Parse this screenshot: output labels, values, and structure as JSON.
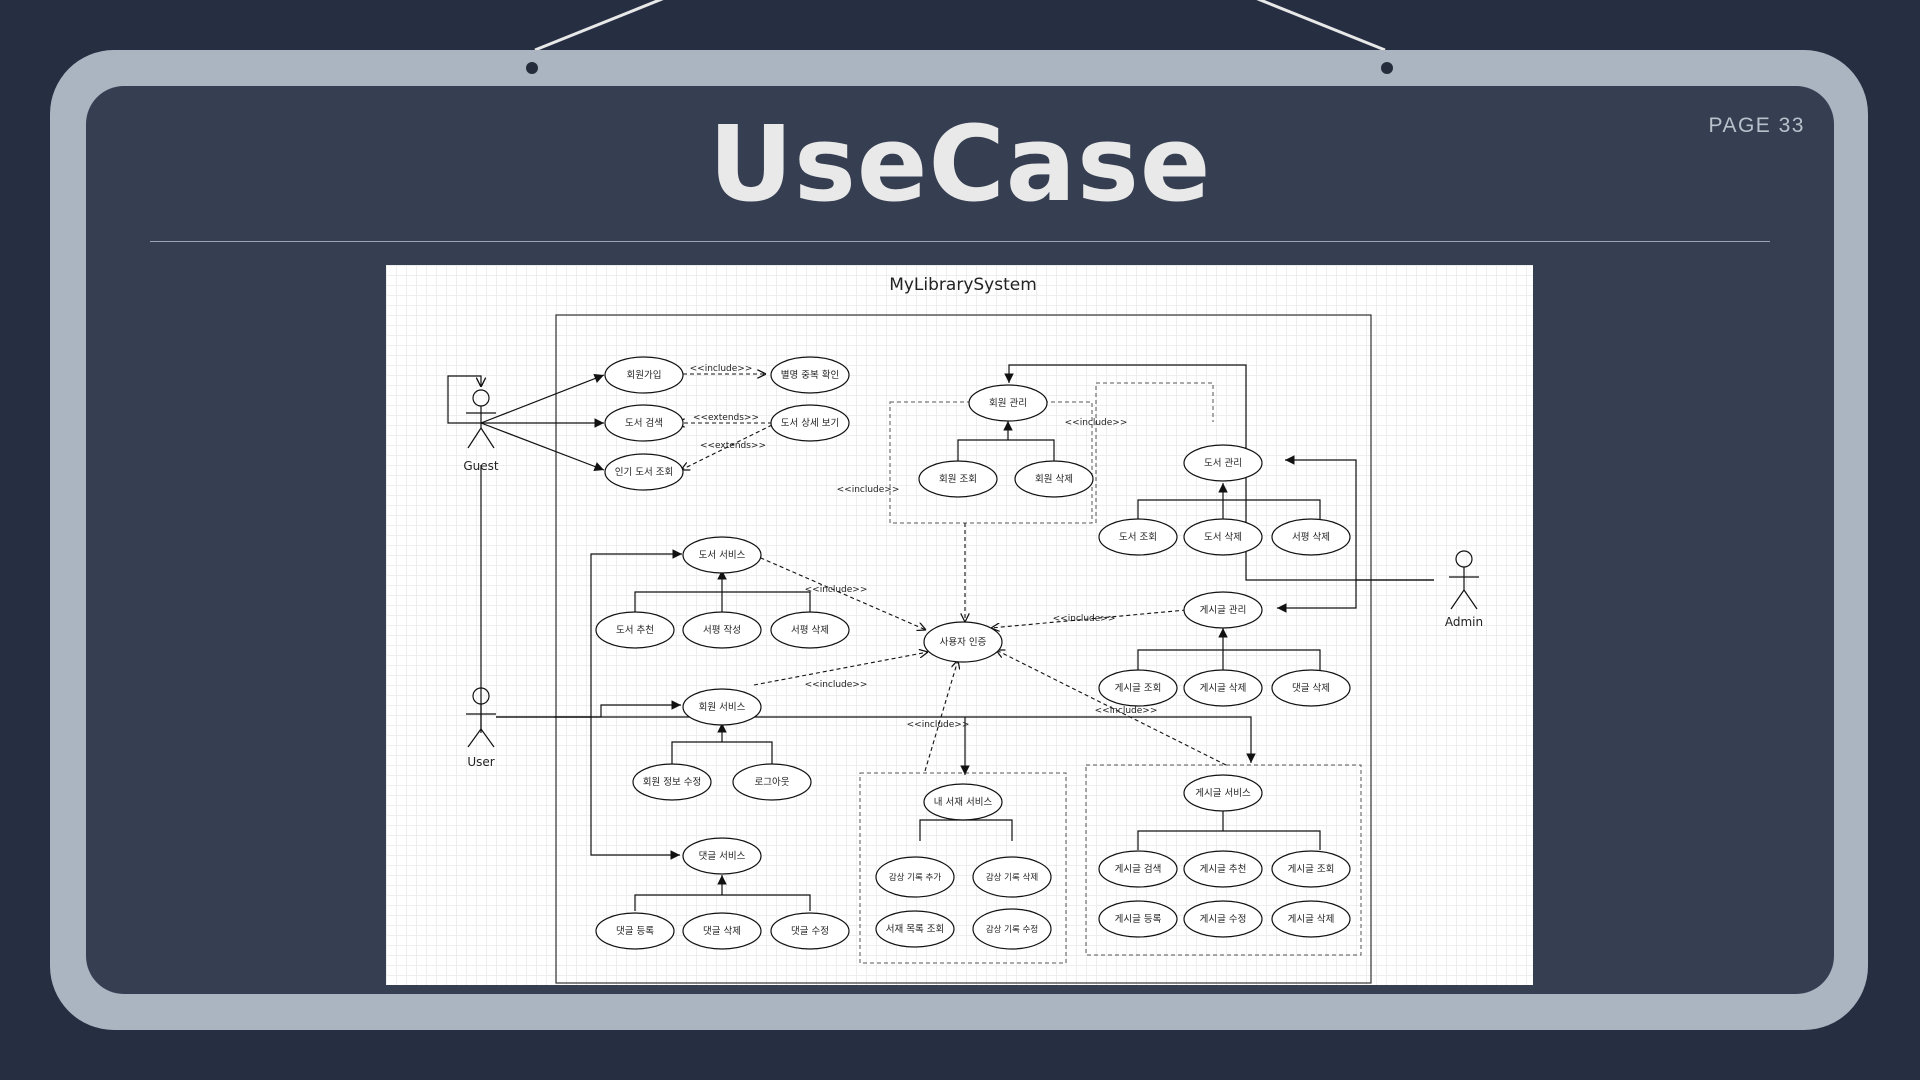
{
  "slide": {
    "title": "UseCase",
    "page_label": "PAGE 33"
  },
  "diagram": {
    "system_name": "MyLibrarySystem",
    "actors": {
      "guest": "Guest",
      "user": "User",
      "admin": "Admin"
    },
    "stereotypes": {
      "include": "<<include>>",
      "extends": "<<extends>>"
    },
    "use_cases": {
      "signup": "회원가입",
      "nickname_check": "별명 중복 확인",
      "book_search": "도서 검색",
      "book_detail": "도서 상세 보기",
      "popular_books": "인기 도서 조회",
      "member_mgmt": "회원 관리",
      "member_view": "회원 조회",
      "member_delete": "회원 삭제",
      "book_mgmt": "도서 관리",
      "book_view": "도서 조회",
      "book_delete": "도서 삭제",
      "review_delete_admin": "서평 삭제",
      "book_service": "도서 서비스",
      "book_recommend": "도서 추천",
      "review_write": "서평 작성",
      "review_delete": "서평 삭제",
      "user_auth": "사용자 인증",
      "post_mgmt": "게시글 관리",
      "post_view_admin": "게시글 조회",
      "post_delete_admin": "게시글 삭제",
      "comment_delete_admin": "댓글 삭제",
      "member_service": "회원 서비스",
      "member_edit": "회원 정보 수정",
      "logout": "로그아웃",
      "my_shelf": "내 서재 서비스",
      "note_add": "감상 기록 추가",
      "note_delete": "감상 기록 삭제",
      "shelf_list": "서재 목록 조회",
      "note_edit": "감상 기록 수정",
      "post_service": "게시글 서비스",
      "post_search": "게시글 검색",
      "post_recommend": "게시글 추천",
      "post_view": "게시글 조회",
      "post_register": "게시글 등록",
      "post_edit": "게시글 수정",
      "post_delete": "게시글 삭제",
      "comment_service": "댓글 서비스",
      "comment_register": "댓글 등록",
      "comment_delete": "댓글 삭제",
      "comment_edit": "댓글 수정"
    }
  }
}
